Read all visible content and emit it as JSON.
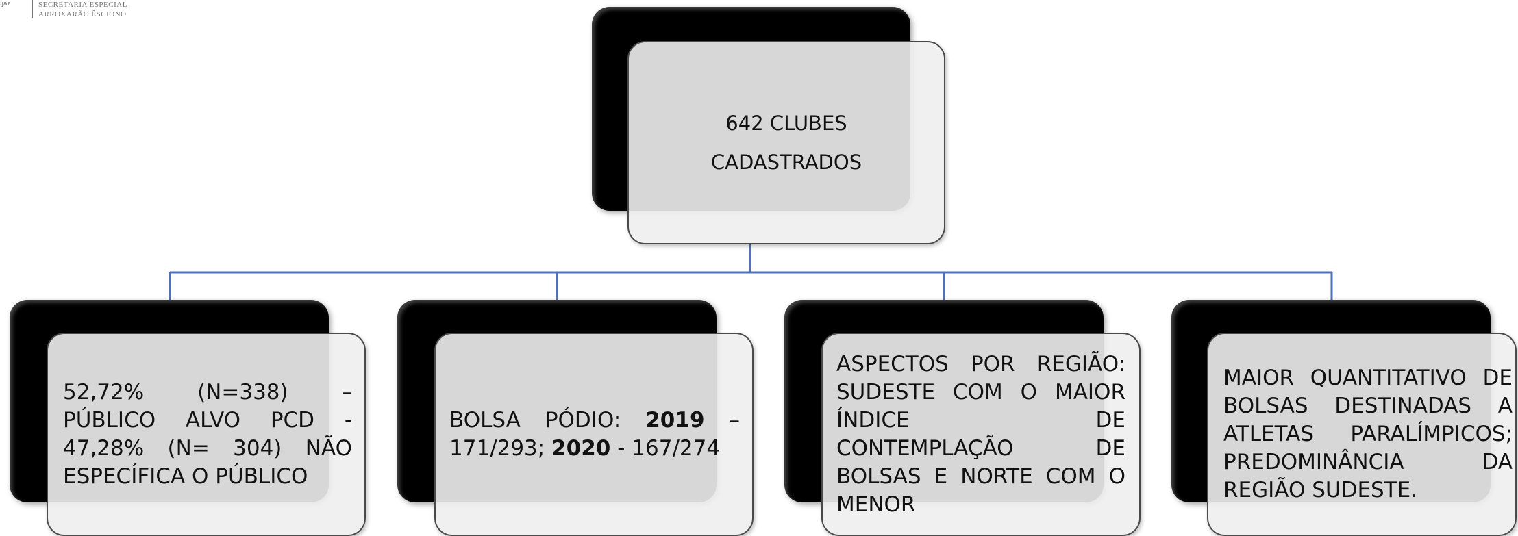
{
  "logo": {
    "line1": "SECRETARIA ESPECIAL",
    "line2": "ARROXARÃO ÊSCIÓNO",
    "mark": "ijaz"
  },
  "diagram": {
    "root": {
      "line1": "642 CLUBES",
      "line2": "CADASTRADOS"
    },
    "box1": {
      "text": "52,72% (N=338) – PÚBLICO ALVO PCD - 47,28% (N= 304) NÃO ESPECÍFICA O PÚBLICO"
    },
    "box2": {
      "prefix": "BOLSA PÓDIO: ",
      "year1": "2019",
      "mid": " – 171/293; ",
      "year2": "2020",
      "suffix": " - 167/274"
    },
    "box3": {
      "text": "ASPECTOS POR REGIÃO: SUDESTE COM O MAIOR ÍNDICE DE CONTEMPLAÇÃO DE BOLSAS E NORTE COM O MENOR"
    },
    "box4": {
      "text": "MAIOR QUANTITATIVO DE BOLSAS DESTINADAS A ATLETAS PARALÍMPICOS; PREDOMINÂNCIA DA REGIÃO SUDESTE."
    }
  },
  "colors": {
    "connector": "#4f72b8",
    "back_box": "#000000",
    "front_box": "#eeeeee"
  }
}
